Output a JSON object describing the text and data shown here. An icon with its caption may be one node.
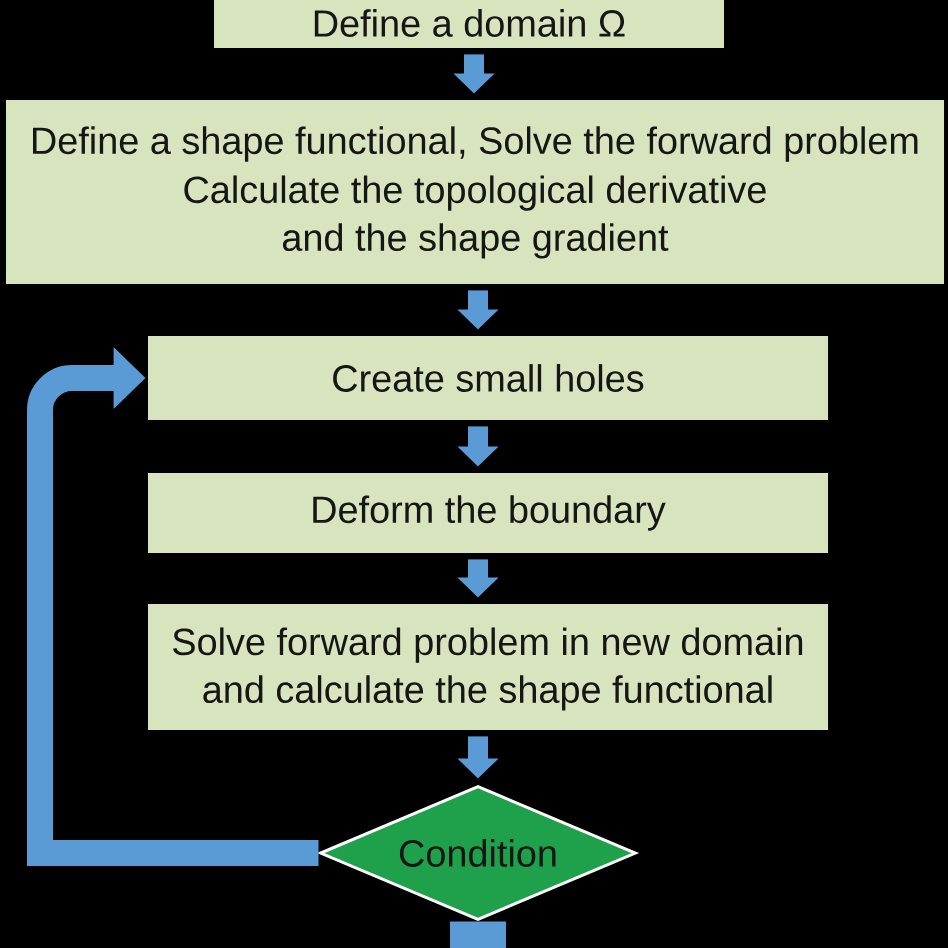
{
  "diagram": {
    "nodes": [
      {
        "text": [
          "Define a domain Ω"
        ]
      },
      {
        "text": [
          "Define a shape functional, Solve the forward problem",
          "Calculate the topological derivative and the shape gradient"
        ]
      },
      {
        "text": [
          "Create small holes"
        ]
      },
      {
        "text": [
          "Deform the boundary"
        ]
      },
      {
        "text": [
          "Solve forward problem in new domain and calculate the shape functional"
        ]
      },
      {
        "text": [
          "Condition"
        ]
      }
    ],
    "edges": [
      {
        "from": 0,
        "to": 1,
        "arrow": "to"
      },
      {
        "from": 1,
        "to": 2,
        "arrow": "to"
      },
      {
        "from": 2,
        "to": 3,
        "arrow": "to"
      },
      {
        "from": 3,
        "to": 4,
        "arrow": "to"
      },
      {
        "from": 4,
        "to": 5,
        "arrow": "to"
      },
      {
        "from": 5,
        "to": 2,
        "arrow": "to"
      },
      {
        "from": 5,
        "to": null,
        "arrow": "none",
        "style": "thick"
      }
    ]
  }
}
